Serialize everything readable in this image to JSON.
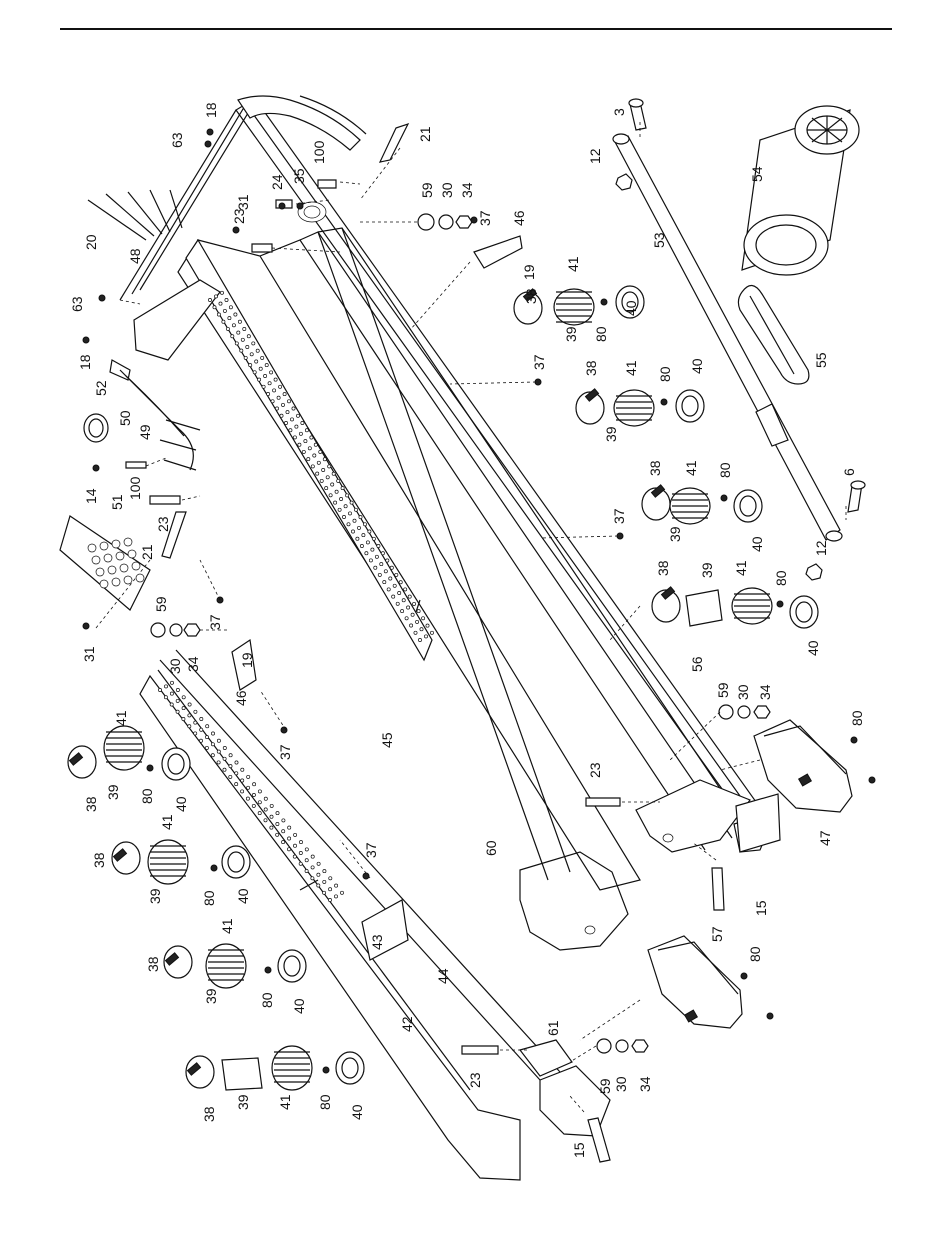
{
  "diagram": {
    "parts": [
      {
        "id": "p3",
        "label": "3"
      },
      {
        "id": "p6",
        "label": "6"
      },
      {
        "id": "p12a",
        "label": "12"
      },
      {
        "id": "p12b",
        "label": "12"
      },
      {
        "id": "p14",
        "label": "14"
      },
      {
        "id": "p15a",
        "label": "15"
      },
      {
        "id": "p15b",
        "label": "15"
      },
      {
        "id": "p18a",
        "label": "18"
      },
      {
        "id": "p18b",
        "label": "18"
      },
      {
        "id": "p19a",
        "label": "19"
      },
      {
        "id": "p19b",
        "label": "19"
      },
      {
        "id": "p20",
        "label": "20"
      },
      {
        "id": "p21a",
        "label": "21"
      },
      {
        "id": "p21b",
        "label": "21"
      },
      {
        "id": "p23a",
        "label": "23"
      },
      {
        "id": "p23b",
        "label": "23"
      },
      {
        "id": "p23c",
        "label": "23"
      },
      {
        "id": "p23d",
        "label": "23"
      },
      {
        "id": "p24",
        "label": "24"
      },
      {
        "id": "p30a",
        "label": "30"
      },
      {
        "id": "p30b",
        "label": "30"
      },
      {
        "id": "p30c",
        "label": "30"
      },
      {
        "id": "p30d",
        "label": "30"
      },
      {
        "id": "p31a",
        "label": "31"
      },
      {
        "id": "p31b",
        "label": "31"
      },
      {
        "id": "p34a",
        "label": "34"
      },
      {
        "id": "p34b",
        "label": "34"
      },
      {
        "id": "p34c",
        "label": "34"
      },
      {
        "id": "p34d",
        "label": "34"
      },
      {
        "id": "p35",
        "label": "35"
      },
      {
        "id": "p37a",
        "label": "37"
      },
      {
        "id": "p37b",
        "label": "37"
      },
      {
        "id": "p37c",
        "label": "37"
      },
      {
        "id": "p37d",
        "label": "37"
      },
      {
        "id": "p37e",
        "label": "37"
      },
      {
        "id": "p37f",
        "label": "37"
      },
      {
        "id": "p38a",
        "label": "38"
      },
      {
        "id": "p38b",
        "label": "38"
      },
      {
        "id": "p38c",
        "label": "38"
      },
      {
        "id": "p38d",
        "label": "38"
      },
      {
        "id": "p38e",
        "label": "38"
      },
      {
        "id": "p38f",
        "label": "38"
      },
      {
        "id": "p38g",
        "label": "38"
      },
      {
        "id": "p38h",
        "label": "38"
      },
      {
        "id": "p39a",
        "label": "39"
      },
      {
        "id": "p39b",
        "label": "39"
      },
      {
        "id": "p39c",
        "label": "39"
      },
      {
        "id": "p39d",
        "label": "39"
      },
      {
        "id": "p39e",
        "label": "39"
      },
      {
        "id": "p39f",
        "label": "39"
      },
      {
        "id": "p39g",
        "label": "39"
      },
      {
        "id": "p39h",
        "label": "39"
      },
      {
        "id": "p40a",
        "label": "40"
      },
      {
        "id": "p40b",
        "label": "40"
      },
      {
        "id": "p40c",
        "label": "40"
      },
      {
        "id": "p40d",
        "label": "40"
      },
      {
        "id": "p40e",
        "label": "40"
      },
      {
        "id": "p40f",
        "label": "40"
      },
      {
        "id": "p40g",
        "label": "40"
      },
      {
        "id": "p40h",
        "label": "40"
      },
      {
        "id": "p41a",
        "label": "41"
      },
      {
        "id": "p41b",
        "label": "41"
      },
      {
        "id": "p41c",
        "label": "41"
      },
      {
        "id": "p41d",
        "label": "41"
      },
      {
        "id": "p41e",
        "label": "41"
      },
      {
        "id": "p41f",
        "label": "41"
      },
      {
        "id": "p41g",
        "label": "41"
      },
      {
        "id": "p41h",
        "label": "41"
      },
      {
        "id": "p42",
        "label": "42"
      },
      {
        "id": "p43",
        "label": "43"
      },
      {
        "id": "p44",
        "label": "44"
      },
      {
        "id": "p45",
        "label": "45"
      },
      {
        "id": "p46a",
        "label": "46"
      },
      {
        "id": "p46b",
        "label": "46"
      },
      {
        "id": "p47",
        "label": "47"
      },
      {
        "id": "p48",
        "label": "48"
      },
      {
        "id": "p49",
        "label": "49"
      },
      {
        "id": "p50",
        "label": "50"
      },
      {
        "id": "p51",
        "label": "51"
      },
      {
        "id": "p52",
        "label": "52"
      },
      {
        "id": "p53",
        "label": "53"
      },
      {
        "id": "p54",
        "label": "54"
      },
      {
        "id": "p55",
        "label": "55"
      },
      {
        "id": "p56",
        "label": "56"
      },
      {
        "id": "p57",
        "label": "57"
      },
      {
        "id": "p59a",
        "label": "59"
      },
      {
        "id": "p59b",
        "label": "59"
      },
      {
        "id": "p59c",
        "label": "59"
      },
      {
        "id": "p59d",
        "label": "59"
      },
      {
        "id": "p60",
        "label": "60"
      },
      {
        "id": "p61",
        "label": "61"
      },
      {
        "id": "p63a",
        "label": "63"
      },
      {
        "id": "p63b",
        "label": "63"
      },
      {
        "id": "p80a",
        "label": "80"
      },
      {
        "id": "p80b",
        "label": "80"
      },
      {
        "id": "p80c",
        "label": "80"
      },
      {
        "id": "p80d",
        "label": "80"
      },
      {
        "id": "p80e",
        "label": "80"
      },
      {
        "id": "p80f",
        "label": "80"
      },
      {
        "id": "p80g",
        "label": "80"
      },
      {
        "id": "p80h",
        "label": "80"
      },
      {
        "id": "p80i",
        "label": "80"
      },
      {
        "id": "p80j",
        "label": "80"
      },
      {
        "id": "p100a",
        "label": "100"
      },
      {
        "id": "p100b",
        "label": "100"
      }
    ]
  }
}
